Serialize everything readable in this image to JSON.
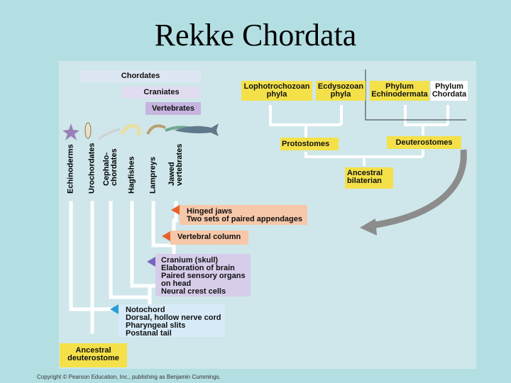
{
  "title": "Rekke Chordata",
  "clades": {
    "chordates": "Chordates",
    "craniates": "Craniates",
    "vertebrates": "Vertebrates"
  },
  "taxa": [
    "Echinoderms",
    "Urochordates",
    "Cephalo-\nchordates",
    "Hagfishes",
    "Lampreys",
    "Jawed\nvertebrates"
  ],
  "phyla": {
    "lophotrochozoan": "Lophotrochozoan\nphyla",
    "ecdysozoan": "Ecdysozoan\nphyla",
    "echinodermata": "Phylum\nEchinodermata",
    "chordata": "Phylum\nChordata"
  },
  "groups": {
    "protostomes": "Protostomes",
    "deuterostomes": "Deuterostomes",
    "ancestral_bilaterian": "Ancestral\nbilaterian",
    "ancestral_deuterostome": "Ancestral\ndeuterostome"
  },
  "traits": {
    "jaws": "Hinged jaws\nTwo sets of paired appendages",
    "vertebral": "Vertebral column",
    "cranium": "Cranium (skull)\nElaboration of brain\nPaired sensory organs\n   on head\nNeural crest cells",
    "notochord": "Notochord\nDorsal, hollow nerve cord\nPharyngeal slits\nPostanal tail"
  },
  "colors": {
    "background": "#b3dfe3",
    "panel": "#cfe7ea",
    "tree": "#ffffff",
    "yellow": "#f4e14a",
    "chordates_band": "#dde7f4",
    "craniates_band": "#e2dcf0",
    "vertebrates_band": "#c5b5df",
    "orange_box": "#f6c8a9",
    "orange_arrow": "#e8622b",
    "purple_box": "#d7cdea",
    "purple_arrow": "#7a64c1",
    "blue_box": "#d6ebf7",
    "blue_arrow": "#2a9ed8",
    "grey_arrow": "#8c8c8c"
  },
  "copyright": "Copyright © Pearson Education, Inc., publishing as Benjamin Cummings."
}
